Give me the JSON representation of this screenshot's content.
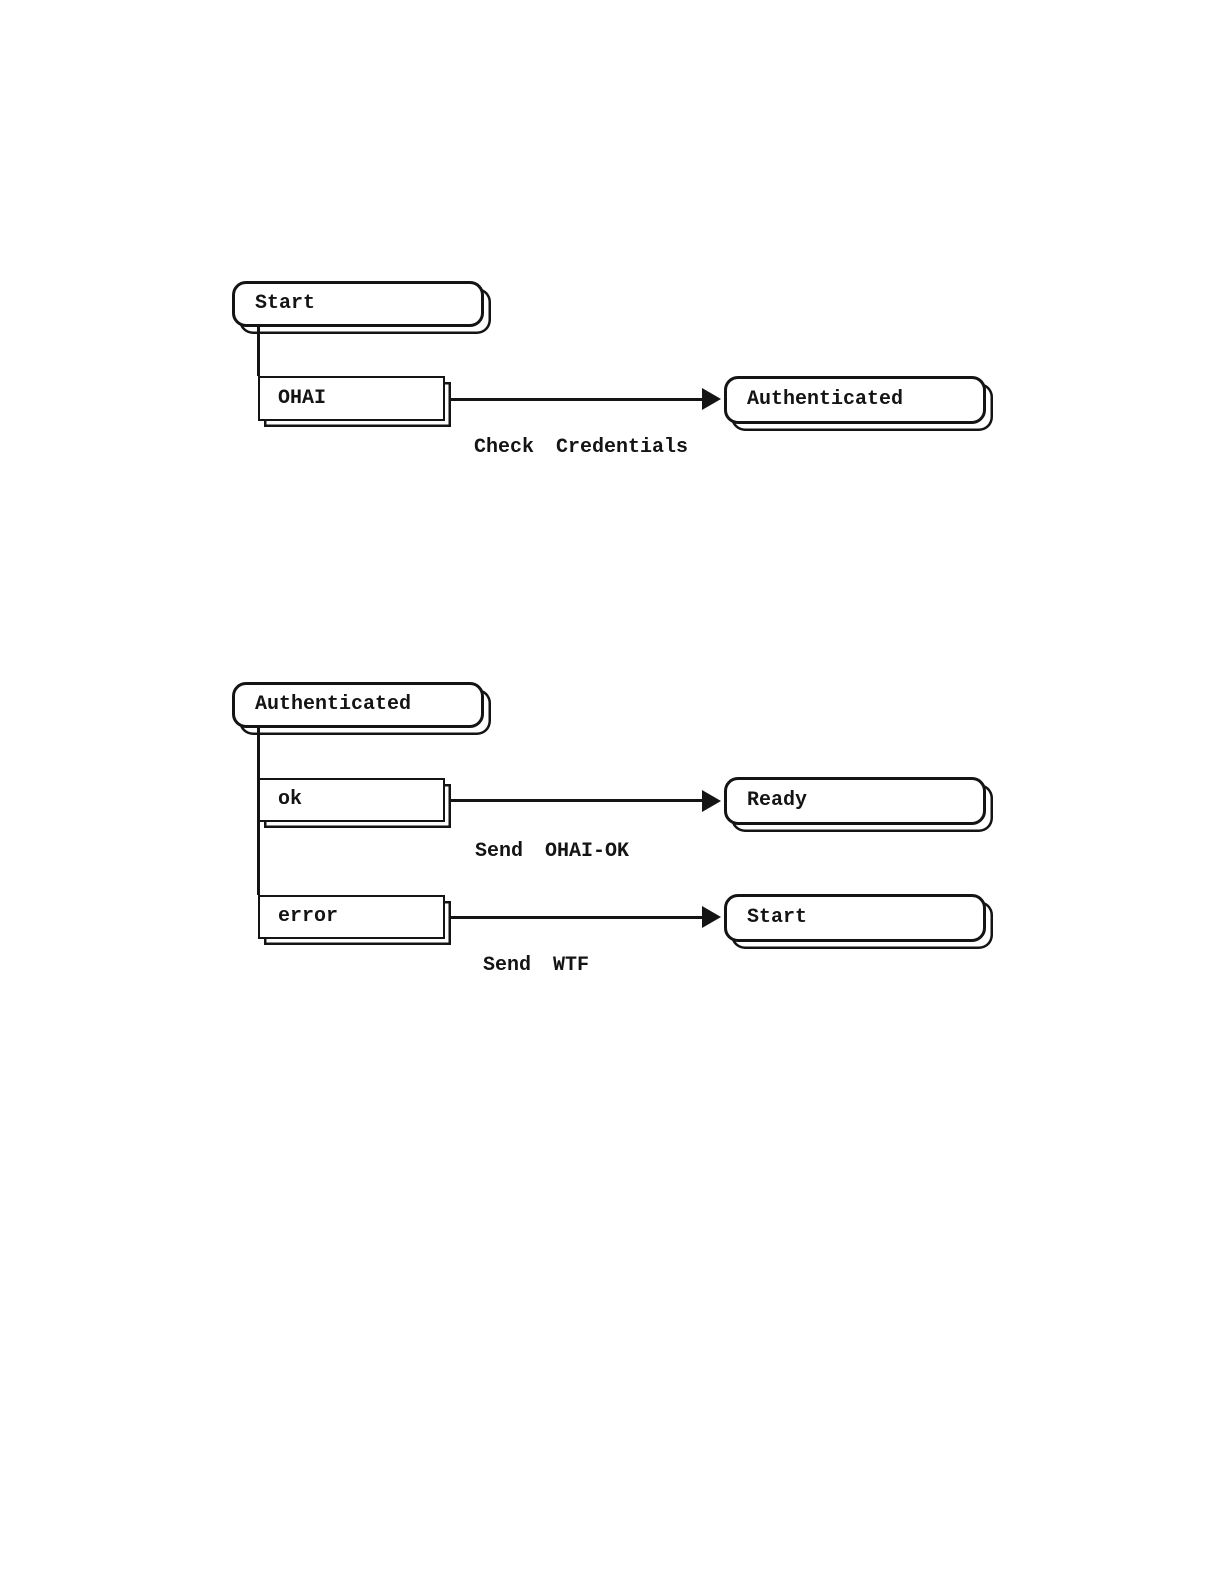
{
  "canvas": {
    "background": "#ffffff",
    "ink": "#141414"
  },
  "diagram": {
    "type": "state-transition-diagram",
    "sections": [
      {
        "state": "Start",
        "transitions": [
          {
            "event": "OHAI",
            "action": "Check Credentials",
            "target": "Authenticated"
          }
        ]
      },
      {
        "state": "Authenticated",
        "transitions": [
          {
            "event": "ok",
            "action": "Send OHAI-OK",
            "target": "Ready"
          },
          {
            "event": "error",
            "action": "Send WTF",
            "target": "Start"
          }
        ]
      }
    ]
  }
}
